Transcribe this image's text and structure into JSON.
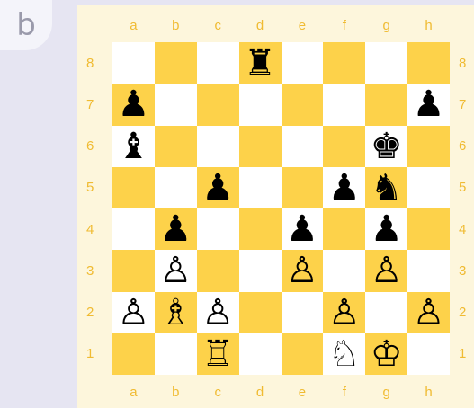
{
  "panel_label": "b",
  "files": [
    "a",
    "b",
    "c",
    "d",
    "e",
    "f",
    "g",
    "h"
  ],
  "ranks": [
    "8",
    "7",
    "6",
    "5",
    "4",
    "3",
    "2",
    "1"
  ],
  "colors": {
    "dark_square": "#fdd24a",
    "light_square": "#ffffff",
    "coords": "#f0bb32",
    "frame": "#fdf6dc"
  },
  "pieces": [
    {
      "square": "d8",
      "color": "black",
      "type": "rook",
      "glyph": "♜"
    },
    {
      "square": "a7",
      "color": "black",
      "type": "pawn",
      "glyph": "♟"
    },
    {
      "square": "h7",
      "color": "black",
      "type": "pawn",
      "glyph": "♟"
    },
    {
      "square": "a6",
      "color": "black",
      "type": "bishop",
      "glyph": "♝"
    },
    {
      "square": "g6",
      "color": "black",
      "type": "king",
      "glyph": "♚"
    },
    {
      "square": "c5",
      "color": "black",
      "type": "pawn",
      "glyph": "♟"
    },
    {
      "square": "f5",
      "color": "black",
      "type": "pawn",
      "glyph": "♟"
    },
    {
      "square": "g5",
      "color": "black",
      "type": "knight",
      "glyph": "♞"
    },
    {
      "square": "b4",
      "color": "black",
      "type": "pawn",
      "glyph": "♟"
    },
    {
      "square": "e4",
      "color": "black",
      "type": "pawn",
      "glyph": "♟"
    },
    {
      "square": "g4",
      "color": "black",
      "type": "pawn",
      "glyph": "♟"
    },
    {
      "square": "b3",
      "color": "white",
      "type": "pawn",
      "glyph": "♙"
    },
    {
      "square": "e3",
      "color": "white",
      "type": "pawn",
      "glyph": "♙"
    },
    {
      "square": "g3",
      "color": "white",
      "type": "pawn",
      "glyph": "♙"
    },
    {
      "square": "a2",
      "color": "white",
      "type": "pawn",
      "glyph": "♙"
    },
    {
      "square": "b2",
      "color": "white",
      "type": "bishop",
      "glyph": "♗"
    },
    {
      "square": "c2",
      "color": "white",
      "type": "pawn",
      "glyph": "♙"
    },
    {
      "square": "f2",
      "color": "white",
      "type": "pawn",
      "glyph": "♙"
    },
    {
      "square": "h2",
      "color": "white",
      "type": "pawn",
      "glyph": "♙"
    },
    {
      "square": "c1",
      "color": "white",
      "type": "rook",
      "glyph": "♖"
    },
    {
      "square": "f1",
      "color": "white",
      "type": "knight",
      "glyph": "♘"
    },
    {
      "square": "g1",
      "color": "white",
      "type": "king",
      "glyph": "♔"
    }
  ]
}
